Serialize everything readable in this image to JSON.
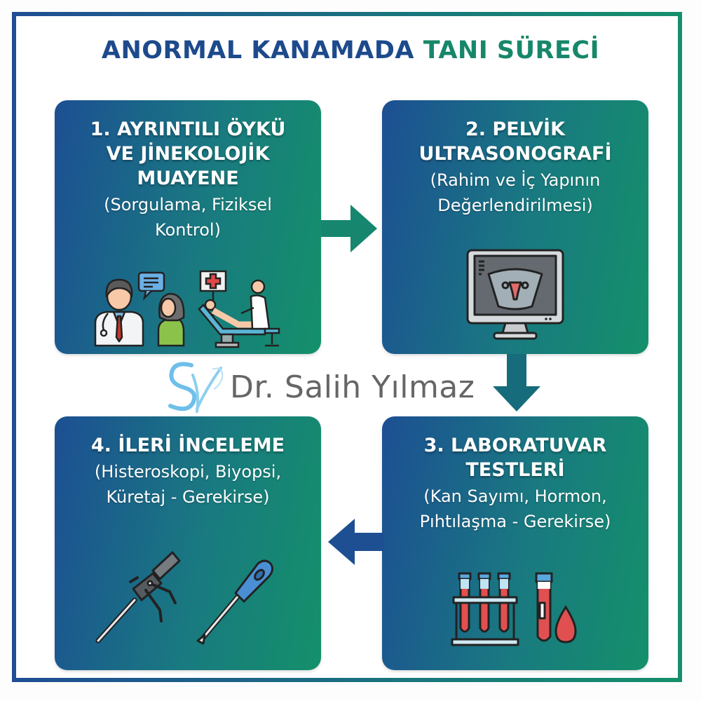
{
  "title": {
    "part1": "ANORMAL KANAMADA",
    "part2": "TANI SÜRECİ"
  },
  "colors": {
    "blue": "#1d4a8c",
    "green": "#17876a",
    "card_start": "#1c4f93",
    "card_end": "#14906a"
  },
  "steps": [
    {
      "head": "1. AYRINTILI ÖYKÜ VE JİNEKOLOJİK MUAYENE",
      "head_lines": [
        "1. AYRINTILI ÖYKÜ",
        "VE JİNEKOLOJİK",
        "MUAYENE"
      ],
      "sub_lines": [
        "(Sorgulama, Fiziksel",
        "Kontrol)"
      ],
      "icons": [
        "doctor-patient-consultation-icon",
        "gynecological-exam-icon"
      ]
    },
    {
      "head_lines": [
        "2. PELVİK",
        "ULTRASONOGRAFİ"
      ],
      "sub_lines": [
        "(Rahim ve İç Yapının",
        "Değerlendirilmesi)"
      ],
      "icons": [
        "ultrasound-monitor-icon"
      ]
    },
    {
      "head_lines": [
        "3. LABORATUVAR",
        "TESTLERİ"
      ],
      "sub_lines": [
        "(Kan Sayımı, Hormon,",
        "Pıhtılaşma - Gerekirse)"
      ],
      "icons": [
        "test-tubes-icon",
        "blood-drop-icon"
      ]
    },
    {
      "head_lines": [
        "4. İLERİ İNCELEME"
      ],
      "sub_lines": [
        "(Histeroskopi, Biyopsi,",
        "Küretaj - Gerekirse)"
      ],
      "icons": [
        "hysteroscope-icon",
        "curette-icon"
      ]
    }
  ],
  "logo": {
    "monogram": "SY",
    "name": "Dr. Salih Yılmaz"
  }
}
